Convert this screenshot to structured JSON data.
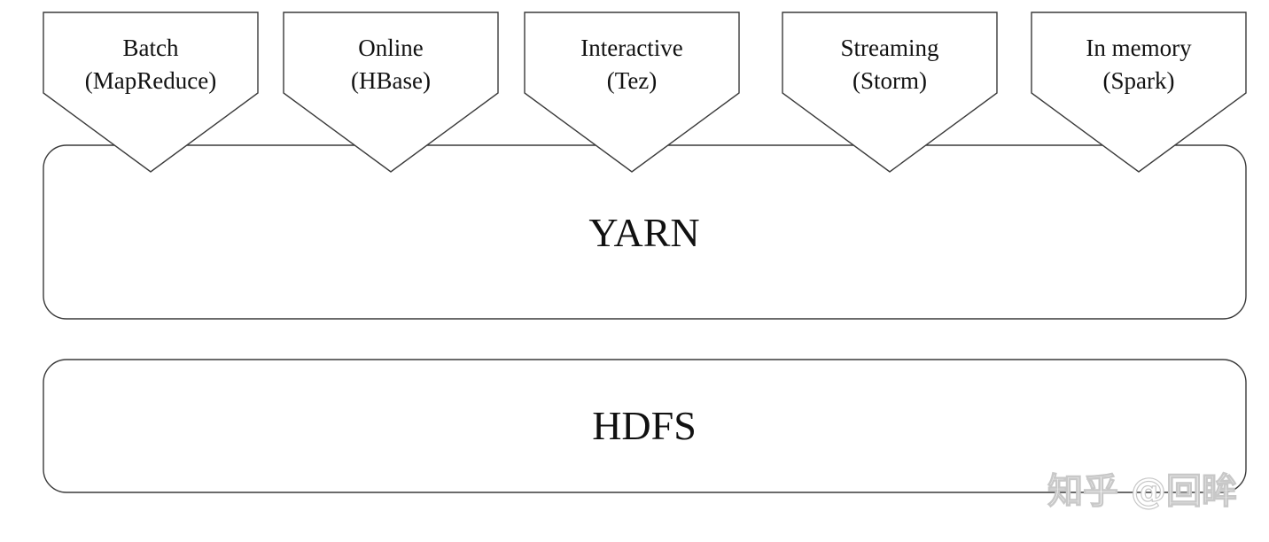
{
  "diagram": {
    "layers": [
      {
        "id": "yarn",
        "label": "YARN"
      },
      {
        "id": "hdfs",
        "label": "HDFS"
      }
    ],
    "workloads": [
      {
        "line1": "Batch",
        "line2": "(MapReduce)"
      },
      {
        "line1": "Online",
        "line2": "(HBase)"
      },
      {
        "line1": "Interactive",
        "line2": "(Tez)"
      },
      {
        "line1": "Streaming",
        "line2": "(Storm)"
      },
      {
        "line1": "In memory",
        "line2": "(Spark)"
      }
    ],
    "watermark": "知乎 @回眸"
  }
}
